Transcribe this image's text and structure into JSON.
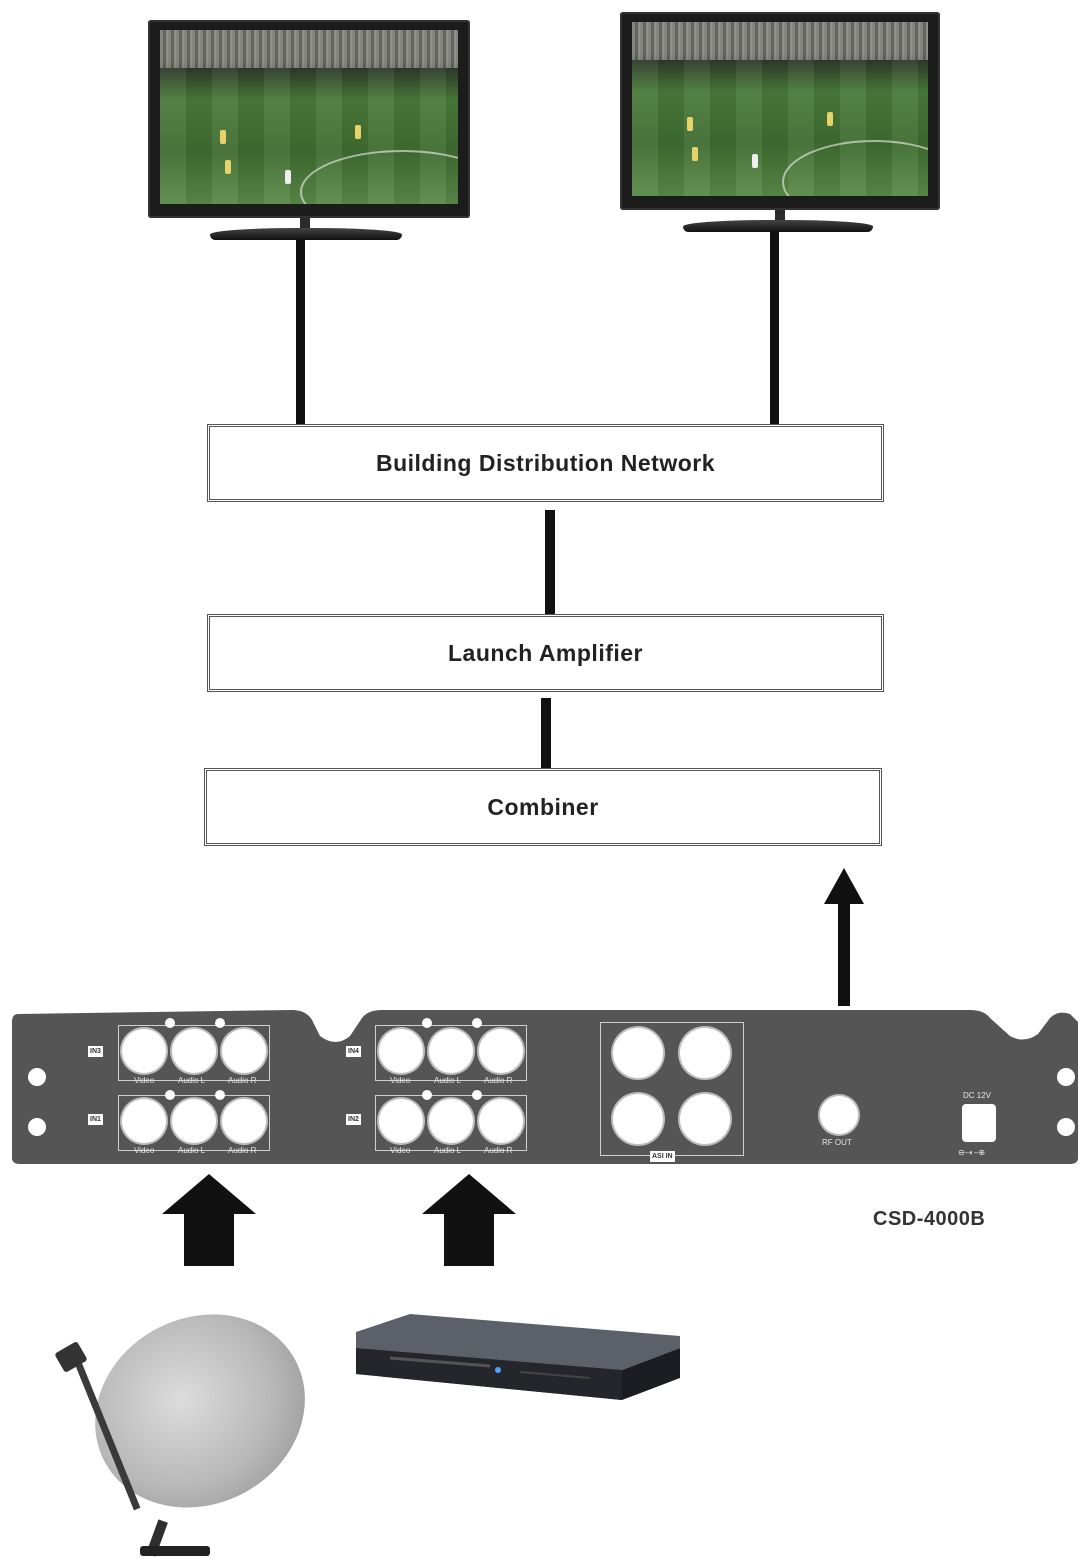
{
  "diagram": {
    "boxes": {
      "distribution": "Building Distribution Network",
      "amplifier": "Launch Amplifier",
      "combiner": "Combiner"
    },
    "device_model": "CSD-4000B",
    "panel": {
      "input_labels": [
        "IN3",
        "IN1",
        "IN4",
        "IN2"
      ],
      "port_labels": {
        "video": "Video",
        "audio_l": "Audio L",
        "audio_r": "Audio R"
      },
      "rf_out": "RF OUT",
      "power": "DC 12V",
      "grid_label": "ASI IN"
    },
    "sources": [
      "satellite-dish",
      "dvd-player"
    ],
    "displays": [
      "tv-left",
      "tv-right"
    ]
  }
}
